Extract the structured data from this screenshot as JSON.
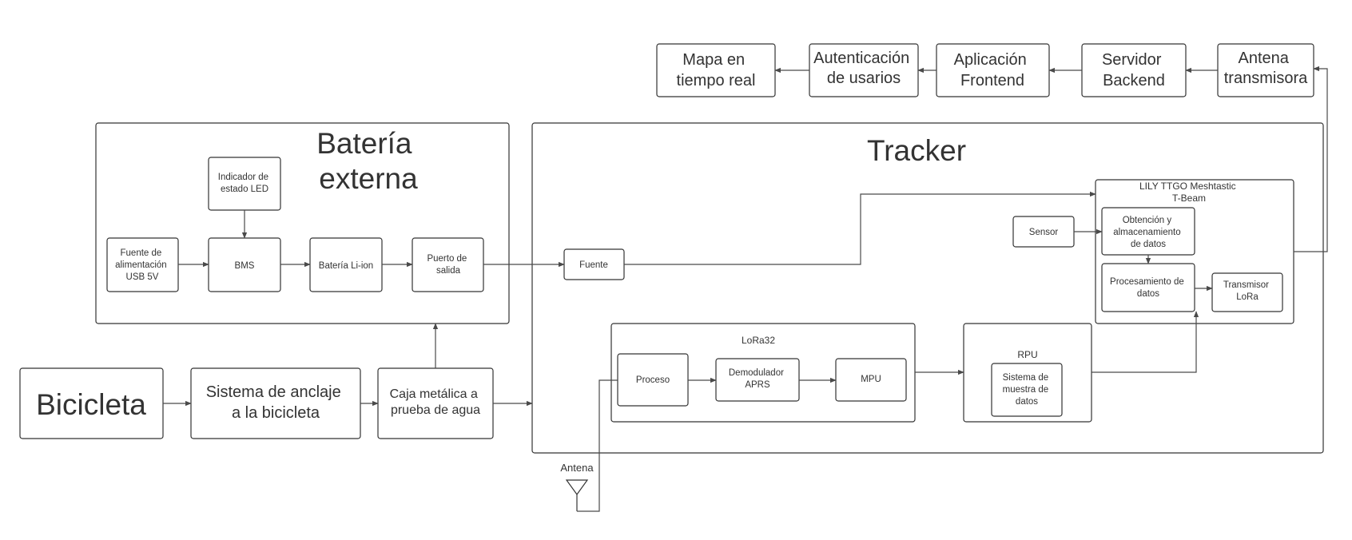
{
  "title": "",
  "groups": {
    "bateria": [
      "Batería",
      "externa"
    ],
    "tracker": "Tracker",
    "lora32": "LoRa32",
    "rpu": "RPU",
    "lily": [
      "LILY TTGO Meshtastic",
      "T-Beam"
    ]
  },
  "nodes": {
    "fuente_usb": [
      "Fuente de",
      "alimentación",
      "USB 5V"
    ],
    "indicador": [
      "Indicador de",
      "estado LED"
    ],
    "bms": "BMS",
    "bateria_liion": "Batería Li-ion",
    "puerto": [
      "Puerto de",
      "salida"
    ],
    "bicicleta": "Bicicleta",
    "anclaje": [
      "Sistema de anclaje",
      "a la bicicleta"
    ],
    "caja": [
      "Caja metálica a",
      "prueba de agua"
    ],
    "fuente": "Fuente",
    "proceso": "Proceso",
    "demodulador": [
      "Demodulador",
      "APRS"
    ],
    "mpu": "MPU",
    "muestra": [
      "Sistema de",
      "muestra de",
      "datos"
    ],
    "sensor": "Sensor",
    "obtencion": [
      "Obtención y",
      "almacenamiento",
      "de datos"
    ],
    "procesamiento": [
      "Procesamiento de",
      "datos"
    ],
    "transmisor": [
      "Transmisor",
      "LoRa"
    ],
    "antena_tx": [
      "Antena",
      "transmisora"
    ],
    "servidor": [
      "Servidor",
      "Backend"
    ],
    "aplicacion": [
      "Aplicación",
      "Frontend"
    ],
    "autenticacion": [
      "Autenticación",
      "de usarios"
    ],
    "mapa": [
      "Mapa en",
      "tiempo real"
    ],
    "antena_label": "Antena"
  },
  "colors": {
    "stroke": "#333333",
    "connector": "#4a4a4a",
    "text": "#333333",
    "background": "#ffffff"
  }
}
